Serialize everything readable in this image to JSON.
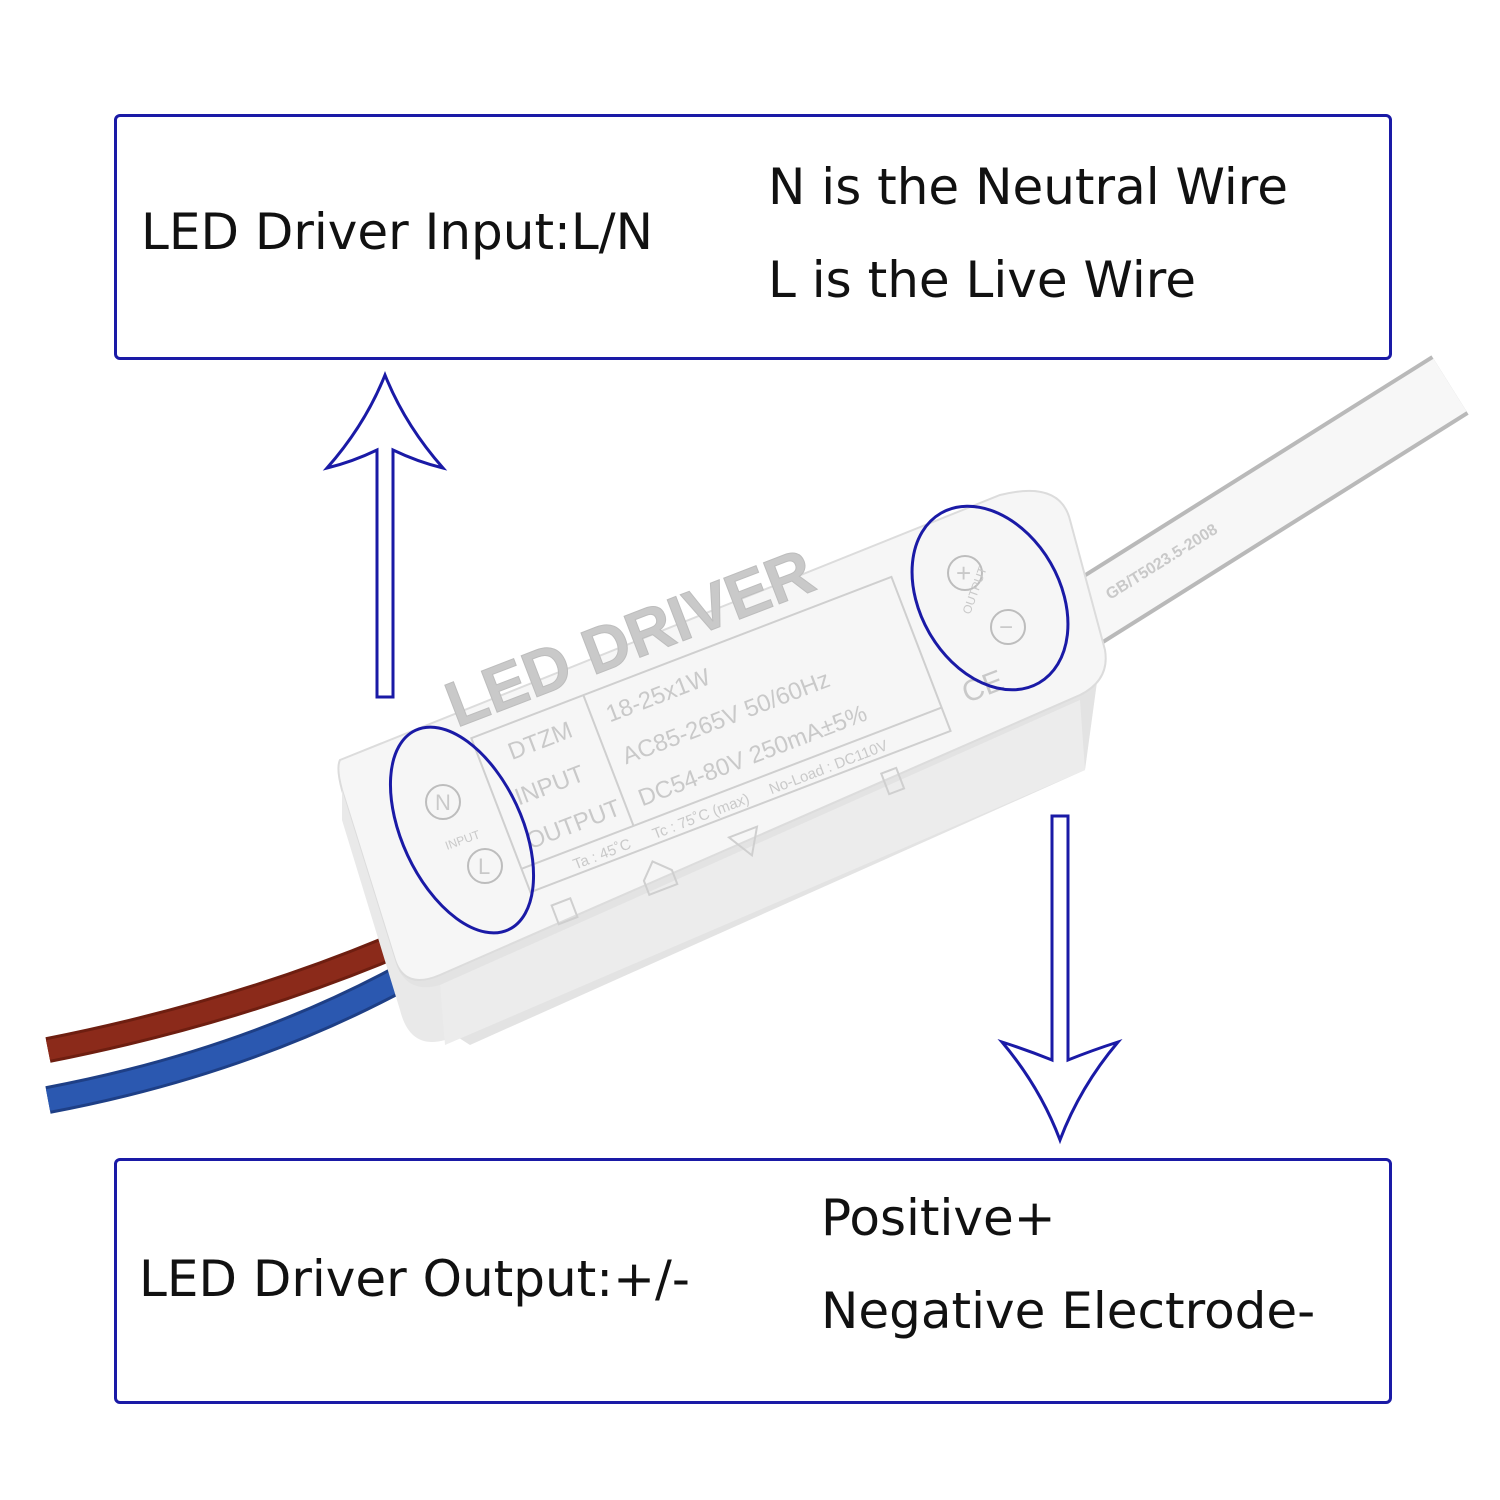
{
  "input_box": {
    "title": "LED Driver Input:L/N",
    "lines": [
      "N is the Neutral Wire",
      "L is the Live Wire"
    ]
  },
  "output_box": {
    "title": "LED Driver Output:+/-",
    "lines": [
      "Positive+",
      "Negative Electrode-"
    ]
  },
  "device": {
    "brand": "LED DRIVER",
    "model": "DTZM",
    "rating": "18-25x1W",
    "input_label": "INPUT",
    "input_value": "AC85-265V 50/60Hz",
    "output_label": "OUTPUT",
    "output_value": "DC54-80V 250mA±5%",
    "ta": "Ta : 45˚C",
    "tc": "Tc : 75˚C (max)",
    "no_load": "No-Load : DC110V",
    "ce": "CE",
    "n_terminal": "N",
    "l_terminal": "L",
    "input_terminal_label": "INPUT",
    "output_terminal_label": "OUTPUT",
    "plus_terminal": "+",
    "minus_terminal": "−",
    "cable_print": "GB/T5023.5-2008"
  },
  "colors": {
    "accent": "#1a1aa6",
    "wire_brown": "#8b2a1a",
    "wire_blue": "#2b58b0",
    "housing": "#f4f4f4"
  }
}
